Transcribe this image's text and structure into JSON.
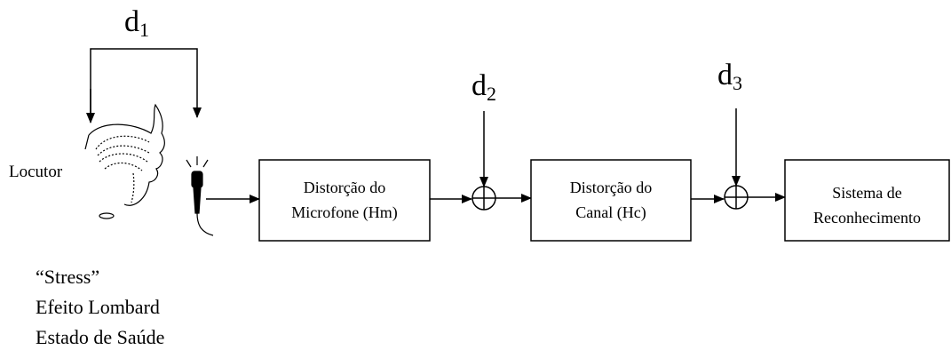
{
  "disturbances": {
    "d1": {
      "base": "d",
      "sub": "1"
    },
    "d2": {
      "base": "d",
      "sub": "2"
    },
    "d3": {
      "base": "d",
      "sub": "3"
    }
  },
  "speaker": {
    "label": "Locutor"
  },
  "blocks": {
    "microphone": {
      "line1": "Distorção do",
      "line2": "Microfone (Hm)"
    },
    "channel": {
      "line1": "Distorção do",
      "line2": "Canal (Hc)"
    },
    "recognizer": {
      "line1": "Sistema de",
      "line2": "Reconhecimento"
    }
  },
  "speaker_factors": [
    "“Stress”",
    "Efeito Lombard",
    "Estado de Saúde"
  ]
}
